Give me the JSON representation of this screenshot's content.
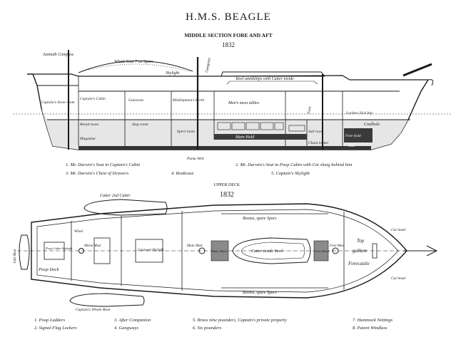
{
  "title": "H.M.S. BEAGLE",
  "subtitle": "MIDDLE SECTION FORE AND AFT",
  "year_top": "1832",
  "section_heading": "UPPER DECK",
  "year_bottom": "1832",
  "side_labels": {
    "azimuth": "Azimuth Compass",
    "whaleboat": "Whale boat 7 on Spars",
    "skylight_mid": "Skylight",
    "gangway": "Gangway",
    "yawl": "Yawl amidships with Cutter inside",
    "captains_store": "Captain's Store room",
    "captains_cabin": "Captain's Cabin",
    "gunroom": "Gunroom",
    "midshipmens": "Midshipmen's Berth",
    "mens_mess": "Men's mess tables",
    "fore": "Fore",
    "lockers_sickbay": "Lockers Sick bay",
    "coalhole": "Coalhole",
    "bread_room": "Bread room",
    "slop_room": "Slop room",
    "spirit_room": "Spirit room",
    "sail_room": "Sail room",
    "chain_locker": "Chain locker",
    "fore_hold": "Fore hold",
    "magazine": "Magazine",
    "main_hold": "Main Hold",
    "pump_well": "Pump Well",
    "tank": "Tank"
  },
  "legend_top": [
    "1. Mr. Darwin's Seat in Captain's Cabin",
    "2. Mr. Darwin's Seat in Poop Cabin with Cot slung behind him",
    "3. Mr. Darwin's Chest of Drawers",
    "4. Bookcase",
    "5. Captain's Skylight"
  ],
  "deck_labels": {
    "cutter": "Cutter 2nd Cutter",
    "booms_top": "Booms, spare Spars",
    "booms_bottom": "Booms, spare Spars",
    "poop_cabin": "Poop Cabin Skylight",
    "mizen": "Mizen Mast",
    "gunroom_sky": "Gunroom Skylight",
    "main_mast": "Main Mast",
    "main_hatch": "Main Hatch",
    "cutter_inside": "Cutter inside Yawl",
    "fore_hatch": "Fore Hatch",
    "fore_mast": "Fore Mast",
    "top": "Top",
    "gallant": "gallant",
    "forecastle": "Forecastle",
    "cathead_top": "Cat head",
    "cathead_bottom": "Cat head",
    "poop_deck": "Poop Deck",
    "jolly_boat": "Jolly Boat",
    "captains_whaleboat": "Captain's Whale Boat",
    "wheel": "Wheel"
  },
  "legend_bottom": [
    "1. Poop Ladders",
    "2. Signal-Flag Lockers",
    "3. After Companion",
    "4. Gangways",
    "5. Brass nine pounders, Captain's private property",
    "6. Six pounders",
    "7. Hammock Nettings",
    "8. Patent Windlass"
  ]
}
